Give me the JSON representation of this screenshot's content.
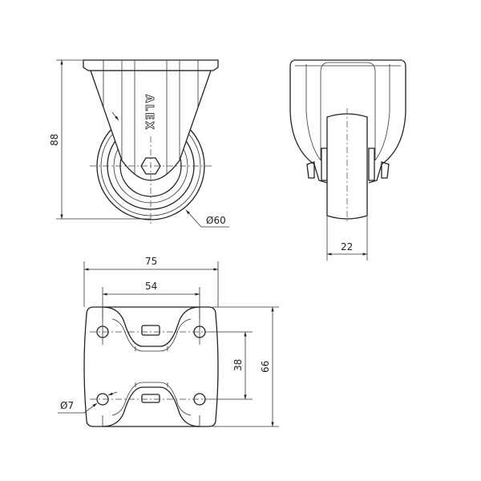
{
  "logo_text": "ALEX",
  "front_view": {
    "height_dim": "88",
    "wheel_diameter_dim": "Ø60"
  },
  "side_view": {
    "wheel_width_dim": "22"
  },
  "bottom_view": {
    "plate_width_dim": "75",
    "hole_spacing_width_dim": "54",
    "hole_spacing_length_dim": "38",
    "plate_length_dim": "66",
    "hole_diameter_dim": "Ø7"
  }
}
